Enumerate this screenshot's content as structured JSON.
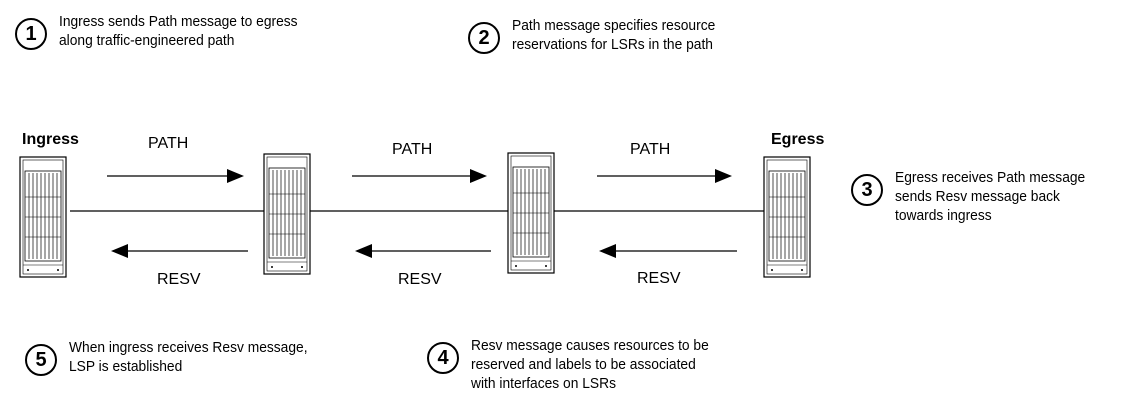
{
  "steps": [
    {
      "number": "1",
      "text_line1": "Ingress sends Path message to egress",
      "text_line2": "along traffic-engineered path",
      "text_line3": ""
    },
    {
      "number": "2",
      "text_line1": "Path message specifies resource",
      "text_line2": "reservations for LSRs in the path",
      "text_line3": ""
    },
    {
      "number": "3",
      "text_line1": "Egress receives Path message",
      "text_line2": "sends Resv message back",
      "text_line3": "towards ingress"
    },
    {
      "number": "4",
      "text_line1": "Resv message causes resources to be",
      "text_line2": "reserved and labels to be associated",
      "text_line3": "with interfaces on LSRs"
    },
    {
      "number": "5",
      "text_line1": "When ingress receives Resv message,",
      "text_line2": "LSP is established",
      "text_line3": ""
    }
  ],
  "nodes": {
    "ingress_label": "Ingress",
    "egress_label": "Egress"
  },
  "messages": {
    "path": [
      "PATH",
      "PATH",
      "PATH"
    ],
    "resv": [
      "RESV",
      "RESV",
      "RESV"
    ]
  }
}
